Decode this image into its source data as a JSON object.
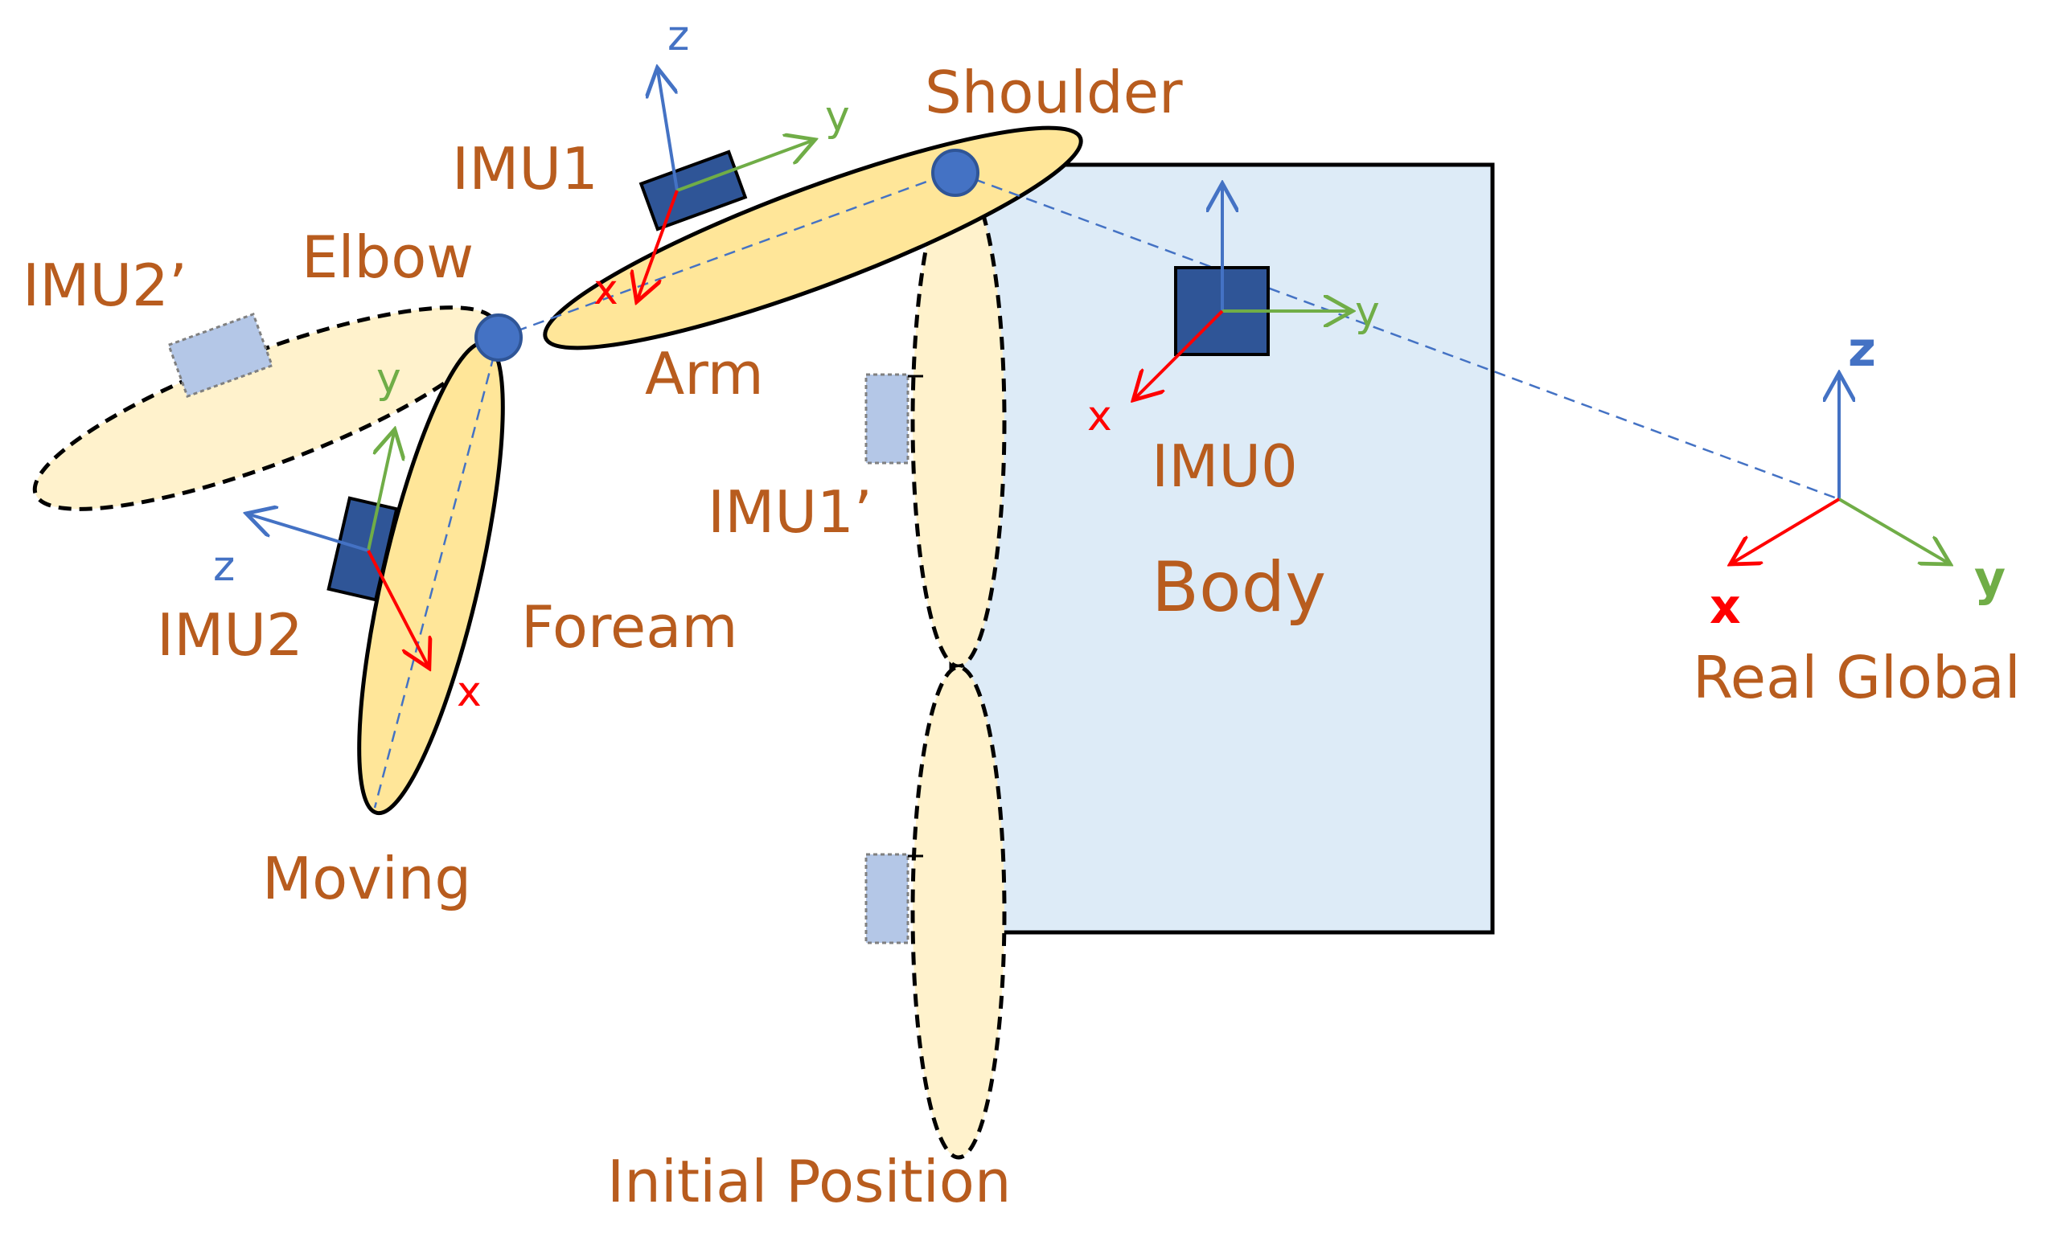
{
  "labels": {
    "shoulder": "Shoulder",
    "elbow": "Elbow",
    "arm": "Arm",
    "foream": "Foream",
    "moving": "Moving",
    "initial_position": "Initial Position",
    "body": "Body",
    "real_global": "Real Global",
    "imu0": "IMU0",
    "imu1": "IMU1",
    "imu1_prime": "IMU1’",
    "imu2": "IMU2",
    "imu2_prime": "IMU2’"
  },
  "axes": {
    "x": "x",
    "y": "y",
    "z": "z"
  },
  "colors": {
    "label": "#B85C1E",
    "x_axis": "#FF0000",
    "y_axis": "#70AD47",
    "z_axis": "#4472C4",
    "imu_fill": "#2F5597",
    "imu_ghost_fill": "#B4C7E7",
    "segment_fill": "#FFE699",
    "segment_ghost_fill": "#FFF2CC",
    "body_fill": "#DDEBF7",
    "joint_fill": "#4472C4"
  }
}
